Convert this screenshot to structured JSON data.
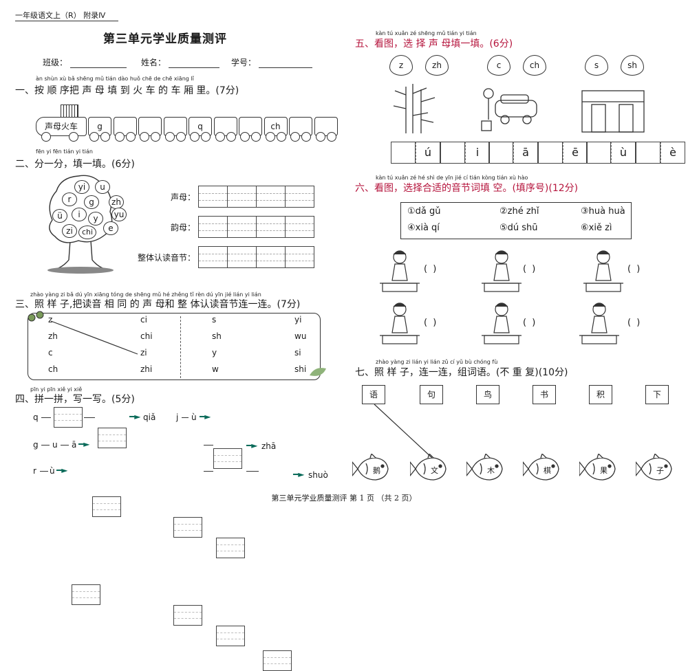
{
  "header": {
    "tag": "一年级语文上（R）  附录Ⅳ",
    "title": "第三单元学业质量测评"
  },
  "info": {
    "class_label": "班级：",
    "name_label": "姓名：",
    "id_label": "学号："
  },
  "s1": {
    "pinyin": "àn shùn xù bǎ shēng mǔ tián dào huǒ chē de chē xiāng lǐ",
    "title": "一、按 顺 序把 声 母 填 到 火 车 的 车 厢 里。(7分)",
    "engine_label": "声母火车",
    "cars": [
      "g",
      "",
      "",
      "",
      "q",
      "",
      "",
      "ch",
      "",
      ""
    ]
  },
  "s2": {
    "pinyin": "fēn yi fēn    tián yi tián",
    "title": "二、分一分，填一填。(6分)",
    "apples": [
      "yi",
      "u",
      "r",
      "g",
      "zh",
      "ü",
      "i",
      "y",
      "yu",
      "zi",
      "chi",
      "e"
    ],
    "rows": [
      "声母：",
      "韵母：",
      "整体认读音节："
    ]
  },
  "s3": {
    "pinyin": "zhào yàng zi   bǎ dú yīn xiāng tóng de shēng mǔ hé zhěng tǐ rèn dú yīn jié lián yi lián",
    "title": "三、照 样 子,把读音 相 同 的 声 母和 整 体认读音节连一连。(7分)",
    "col1": [
      "z",
      "zh",
      "c",
      "ch"
    ],
    "col2": [
      "ci",
      "chi",
      "zi",
      "zhi"
    ],
    "col3": [
      "s",
      "sh",
      "y",
      "w"
    ],
    "col4": [
      "yi",
      "wu",
      "si",
      "shi"
    ]
  },
  "s4": {
    "pinyin": "pīn yi pīn    xiě yi xiě",
    "title": "四、拼一拼，写一写。(5分)",
    "q1_start": "q",
    "q1_end": "qiǎ",
    "q2_start": "j",
    "q2_mid": "ù",
    "q3_start": "g",
    "q3_mid1": "u",
    "q3_mid2": "ā",
    "q4_end": "zhā",
    "q5_start": "r",
    "q5_mid": "ù",
    "q6_end": "shuò"
  },
  "s5": {
    "pinyin": "kàn tú   xuǎn zé shēng mǔ tián yi tián",
    "title": "五、看图，选 择 声 母填一填。(6分)",
    "groups": [
      {
        "a": "z",
        "b": "zh",
        "s1": "ú",
        "s2": "i"
      },
      {
        "a": "c",
        "b": "ch",
        "s1": "ā",
        "s2": "ē"
      },
      {
        "a": "s",
        "b": "sh",
        "s1": "ù",
        "s2": "è"
      }
    ]
  },
  "s6": {
    "pinyin": "kàn tú   xuǎn zé hé shì de yīn jié cí tián kòng   tián xù hào",
    "title": "六、看图，选择合适的音节词填 空。(填序号)(12分)",
    "options": [
      "①dǎ gǔ",
      "②zhé zhǐ",
      "③huà huà",
      "④xià qí",
      "⑤dú shū",
      "⑥xiě zì"
    ],
    "paren": "(    )"
  },
  "s7": {
    "pinyin": "zhào yàng zi    lián yi lián    zǔ cí yǔ    bù chóng fù",
    "title": "七、照 样 子，连一连，组词语。(不 重 复)(10分)",
    "chars": [
      "语",
      "句",
      "鸟",
      "书",
      "积",
      "下"
    ],
    "fish": [
      "鹅",
      "文",
      "木",
      "棋",
      "果",
      "子"
    ]
  },
  "footer": "第三单元学业质量测评   第 1 页 （共 2 页）"
}
